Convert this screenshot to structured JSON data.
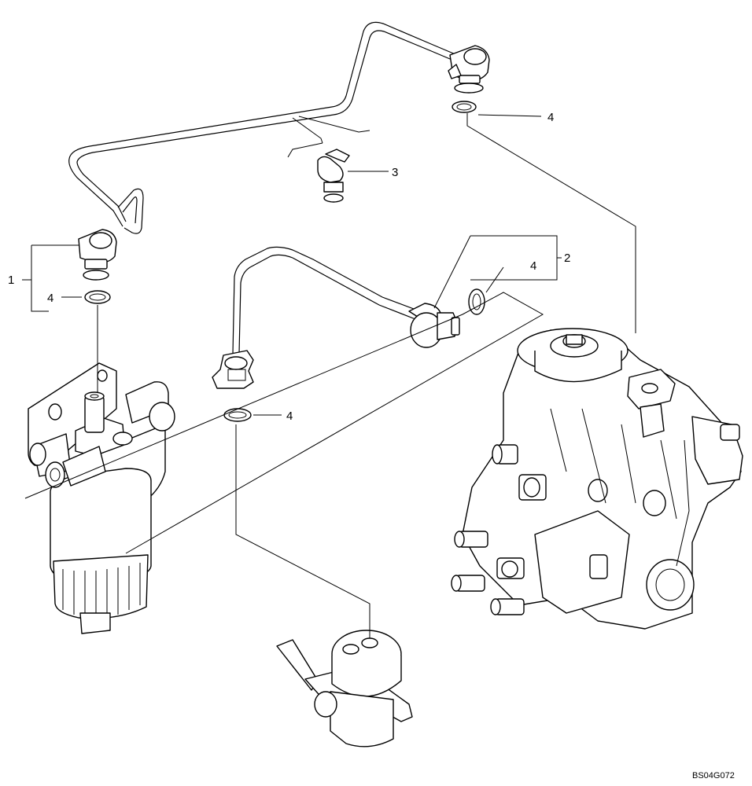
{
  "callouts": {
    "c1": "1",
    "c2": "2",
    "c3": "3",
    "c4a": "4",
    "c4b": "4",
    "c4c": "4",
    "c4d": "4"
  },
  "drawing_code": "BS04G072"
}
